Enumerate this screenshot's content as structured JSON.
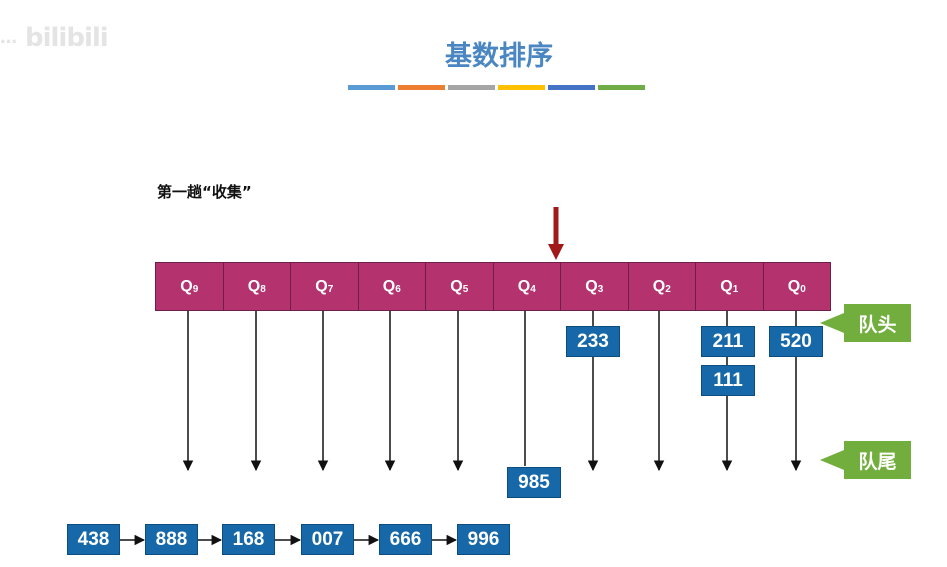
{
  "watermark": {
    "text": "…",
    "logo": "bilibili"
  },
  "header": {
    "title": "基数排序",
    "color_bar": [
      "#5b9bd5",
      "#ed7d31",
      "#a5a5a5",
      "#ffc000",
      "#4472c4",
      "#70ad47"
    ]
  },
  "subtitle": "第一趟“收集”",
  "colors": {
    "queue_fill": "#b4326e",
    "box_fill": "#1668a8",
    "tag_fill": "#72ae3e",
    "pointer": "#a01818"
  },
  "queues": [
    {
      "letter": "Q",
      "index": "9"
    },
    {
      "letter": "Q",
      "index": "8"
    },
    {
      "letter": "Q",
      "index": "7"
    },
    {
      "letter": "Q",
      "index": "6"
    },
    {
      "letter": "Q",
      "index": "5"
    },
    {
      "letter": "Q",
      "index": "4"
    },
    {
      "letter": "Q",
      "index": "3"
    },
    {
      "letter": "Q",
      "index": "2"
    },
    {
      "letter": "Q",
      "index": "1"
    },
    {
      "letter": "Q",
      "index": "0"
    }
  ],
  "queue_items": {
    "q3": [
      "233"
    ],
    "q1": [
      "211",
      "111"
    ],
    "q0": [
      "520"
    ],
    "q4_tail": "985"
  },
  "labels": {
    "head": "队头",
    "tail": "队尾"
  },
  "collected": [
    "438",
    "888",
    "168",
    "007",
    "666",
    "996"
  ]
}
